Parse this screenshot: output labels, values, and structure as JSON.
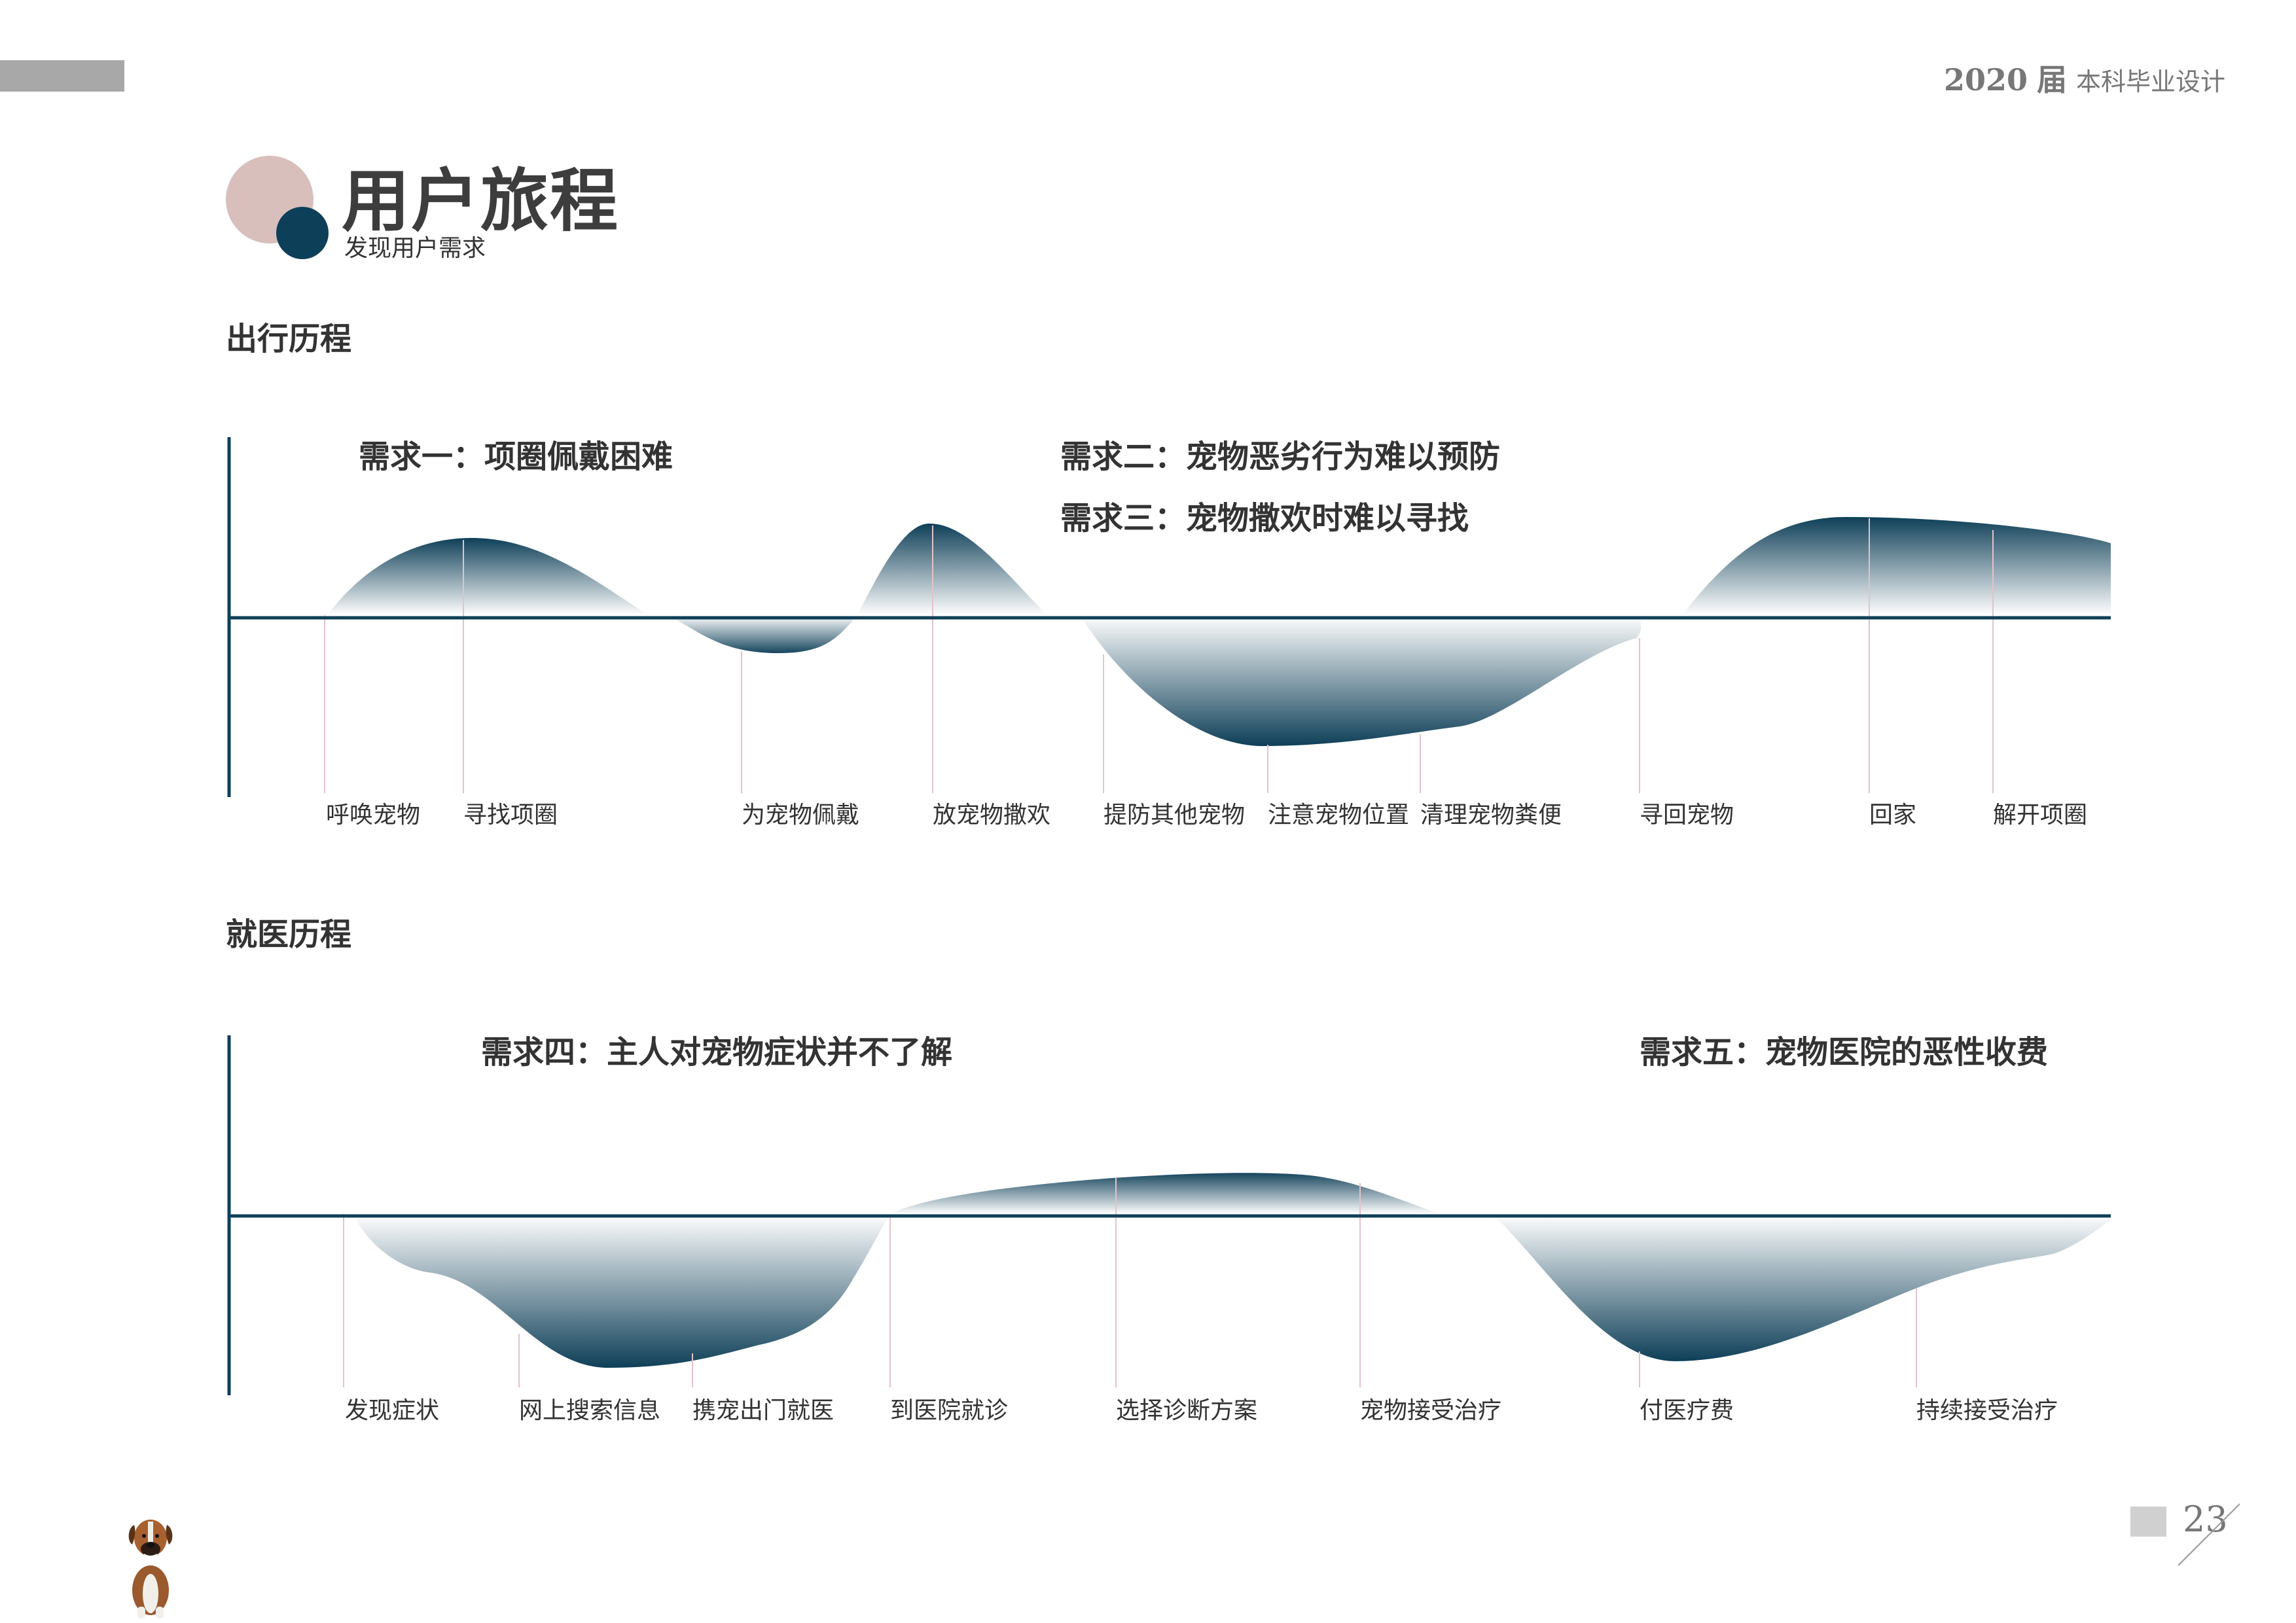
{
  "header": {
    "year": "2020",
    "jie": "届",
    "right_text": "本科毕业设计"
  },
  "title": {
    "main": "用户旅程",
    "subtitle": "发现用户需求"
  },
  "colors": {
    "navy": "#0e3f58",
    "pink": "#d8bfbb",
    "gray_bar": "#a8a8a8",
    "guide_line": "#e3c3c8"
  },
  "sections": [
    {
      "title": "出行历程",
      "needs": [
        "需求一：项圈佩戴困难",
        "需求二：宠物恶劣行为难以预防",
        "需求三：宠物撒欢时难以寻找"
      ],
      "steps": [
        "呼唤宠物",
        "寻找项圈",
        "为宠物佩戴",
        "放宠物撒欢",
        "提防其他宠物",
        "注意宠物位置",
        "清理宠物粪便",
        "寻回宠物",
        "回家",
        "解开项圈"
      ]
    },
    {
      "title": "就医历程",
      "needs": [
        "需求四：主人对宠物症状并不了解",
        "需求五：宠物医院的恶性收费"
      ],
      "steps": [
        "发现症状",
        "网上搜索信息",
        "携宠出门就医",
        "到医院就诊",
        "选择诊断方案",
        "宠物接受治疗",
        "付医疗费",
        "持续接受治疗"
      ]
    }
  ],
  "page_number": "23",
  "mascot": "boxer-dog-icon"
}
